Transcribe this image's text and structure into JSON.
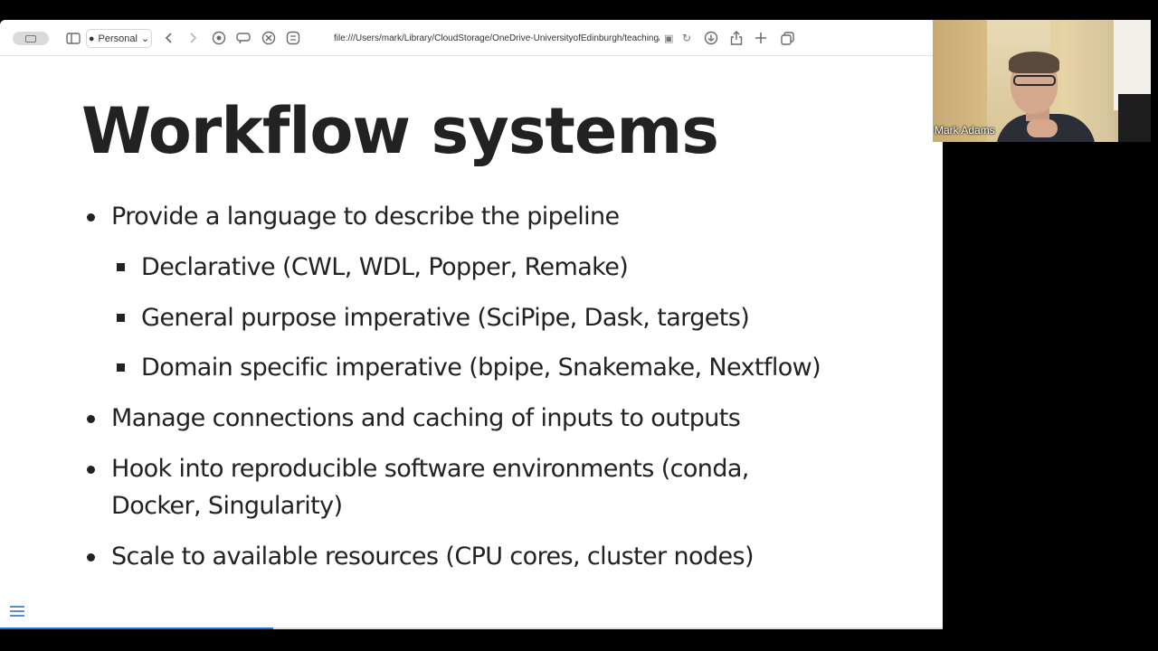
{
  "browser": {
    "profile_label": "Personal",
    "url": "file:///Users/mark/Library/CloudStorage/OneDrive-UniversityofEdinburgh/teaching/"
  },
  "slide": {
    "title": "Workflow systems",
    "bullets": [
      {
        "text": "Provide a language to describe the pipeline",
        "sub": [
          "Declarative (CWL, WDL, Popper, Remake)",
          "General purpose imperative (SciPipe, Dask, targets)",
          "Domain specific imperative (bpipe, Snakemake, Nextflow)"
        ]
      },
      {
        "text": "Manage connections and caching of inputs to outputs"
      },
      {
        "text": "Hook into reproducible software environments (conda,",
        "continuation": "Docker, Singularity)"
      },
      {
        "text": "Scale to available resources (CPU cores, cluster nodes)"
      }
    ],
    "progress_fraction": 0.29
  },
  "video": {
    "participant_name": "Mark Adams"
  },
  "colors": {
    "progress": "#2a6fd6",
    "text": "#222222",
    "background": "#000000"
  }
}
